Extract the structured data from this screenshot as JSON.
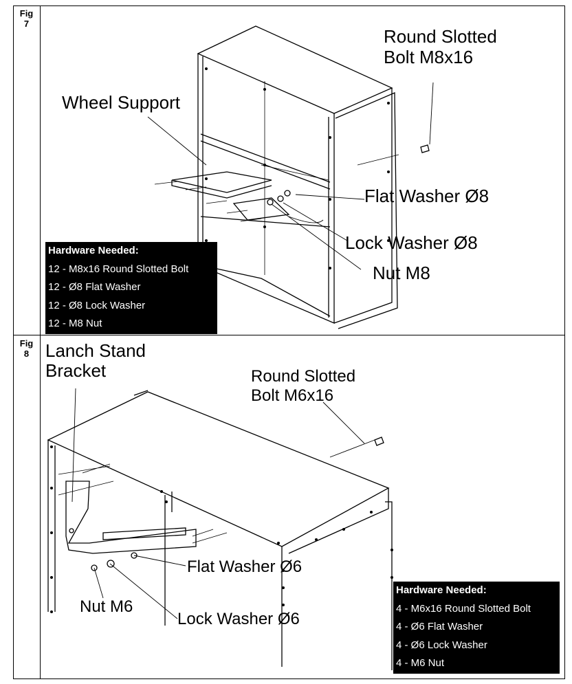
{
  "figures": [
    {
      "label": "Fig\n7",
      "callouts": {
        "bolt": "Round Slotted\nBolt M8x16",
        "wheel_support": "Wheel Support",
        "flat_washer": "Flat Washer Ø8",
        "lock_washer": "Lock Washer Ø8",
        "nut": "Nut M8"
      },
      "hardware": {
        "title": "Hardware Needed:",
        "items": [
          "12 - M8x16 Round Slotted Bolt",
          "12 - Ø8 Flat Washer",
          "12 - Ø8 Lock Washer",
          "12 - M8 Nut"
        ]
      }
    },
    {
      "label": "Fig\n8",
      "callouts": {
        "bracket": "Lanch Stand\nBracket",
        "bolt": "Round Slotted\nBolt M6x16",
        "flat_washer": "Flat Washer Ø6",
        "nut": "Nut M6",
        "lock_washer": "Lock Washer Ø6"
      },
      "hardware": {
        "title": "Hardware Needed:",
        "items": [
          "4 - M6x16 Round Slotted Bolt",
          "4 - Ø6 Flat Washer",
          "4 - Ø6 Lock Washer",
          "4 - M6 Nut"
        ]
      }
    }
  ]
}
